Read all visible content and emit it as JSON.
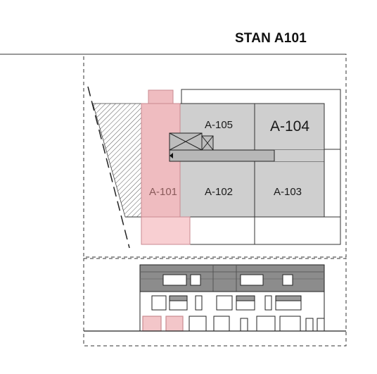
{
  "header": {
    "title": "STAN A101"
  },
  "plan": {
    "highlighted_unit": "A-101",
    "units": {
      "a101": "A-101",
      "a102": "A-102",
      "a103": "A-103",
      "a104": "A-104",
      "a105": "A-105"
    }
  },
  "colors": {
    "highlight_fill": "#efbcc0",
    "highlight_light": "#f8cfd2",
    "highlight_stroke": "#c98a90",
    "unit_fill": "#cfcfcf",
    "facade_roof": "#8a8a8a",
    "stroke": "#222222"
  }
}
